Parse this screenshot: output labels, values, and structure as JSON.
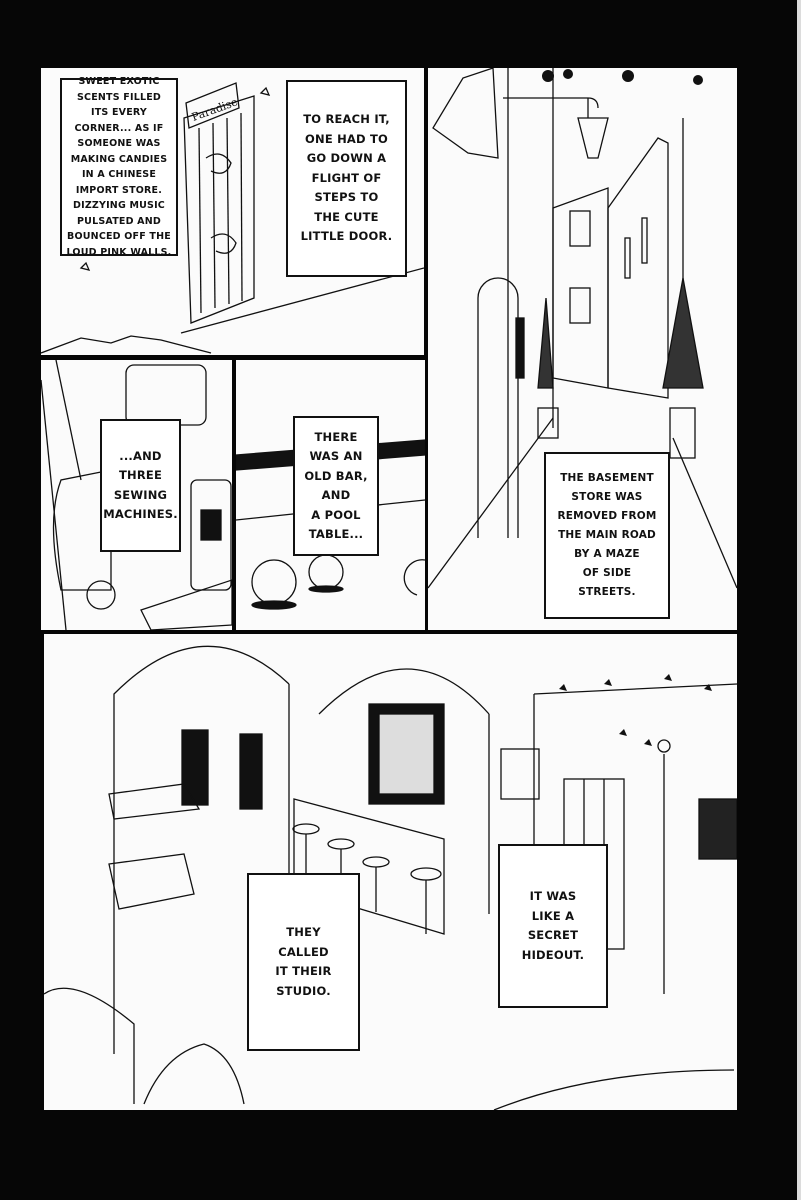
{
  "page": {
    "type": "manga page",
    "colors": {
      "background": "#060606",
      "panel": "#fbfbfb",
      "ink": "#111111"
    }
  },
  "panels": [
    {
      "id": "shop-door",
      "sign_text": "Paradise",
      "caption": "SWEET EXOTIC\nSCENTS FILLED\nITS EVERY\nCORNER... AS IF\nSOMEONE WAS\nMAKING CANDIES\nIN A CHINESE\nIMPORT STORE.\nDIZZYING MUSIC\nPULSATED AND\nBOUNCED OFF THE\nLOUD PINK WALLS.",
      "caption2": "TO REACH IT,\nONE HAD TO\nGO DOWN A\nFLIGHT OF\nSTEPS TO\nTHE CUTE\nLITTLE DOOR."
    },
    {
      "id": "sewing-machines",
      "caption": "...AND\nTHREE\nSEWING\nMACHINES."
    },
    {
      "id": "bar-pool",
      "caption": "THERE\nWAS AN\nOLD BAR,\nAND\nA POOL\nTABLE..."
    },
    {
      "id": "alley",
      "caption": "THE BASEMENT\nSTORE WAS\nREMOVED FROM\nTHE MAIN ROAD\nBY A MAZE\nOF SIDE\nSTREETS."
    },
    {
      "id": "studio",
      "caption": "THEY\nCALLED\nIT THEIR\nSTUDIO.",
      "caption2": "IT WAS\nLIKE A\nSECRET\nHIDEOUT."
    }
  ]
}
